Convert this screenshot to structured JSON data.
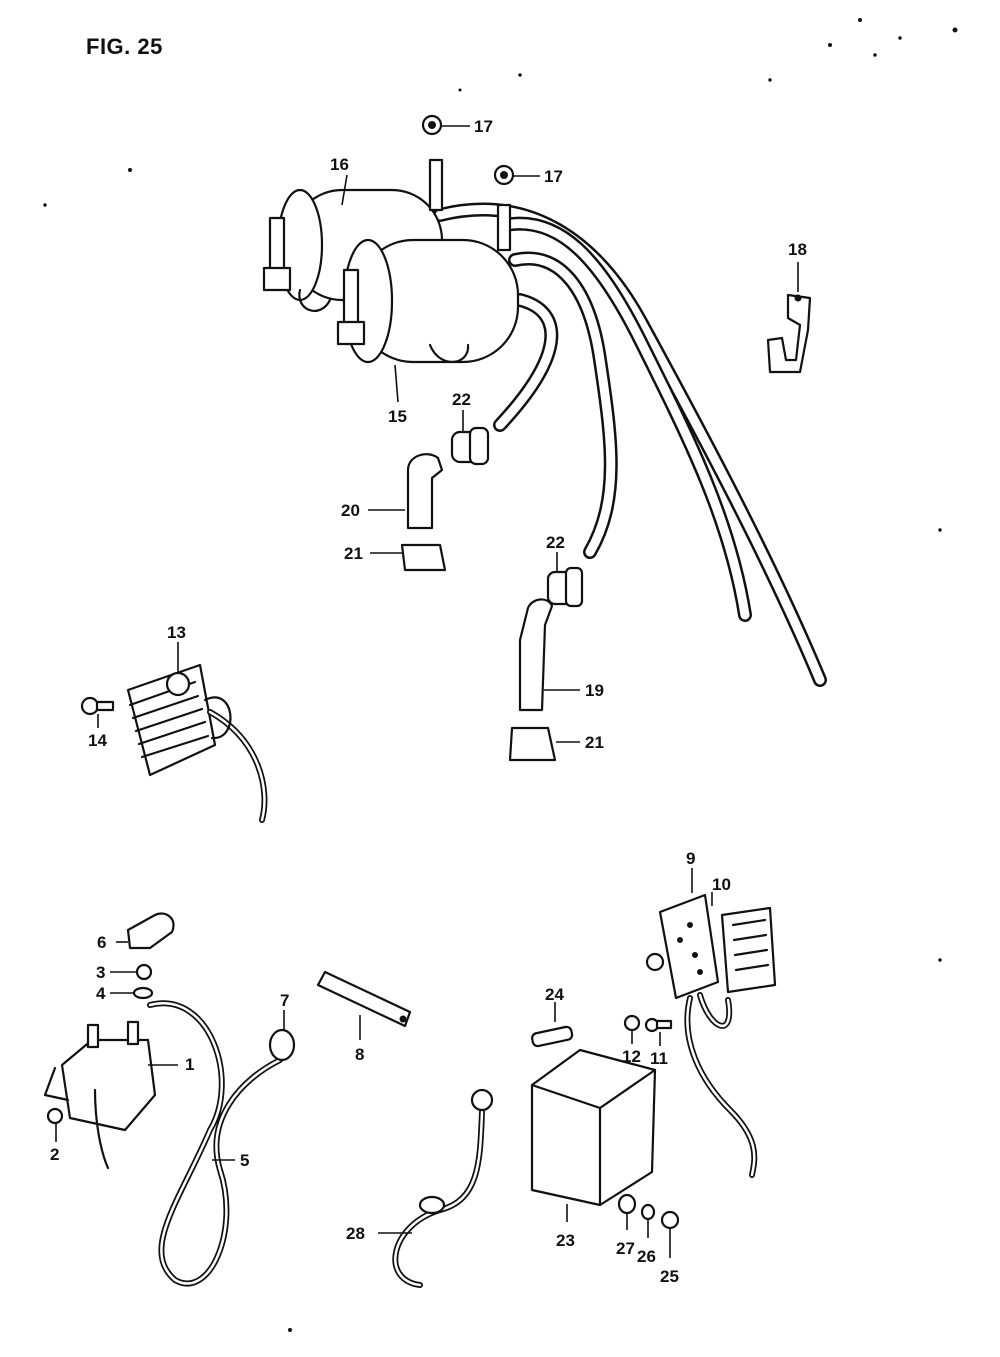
{
  "figure": {
    "title": "FIG. 25"
  },
  "parts": {
    "p1": "1",
    "p2": "2",
    "p3": "3",
    "p4": "4",
    "p5": "5",
    "p6": "6",
    "p7": "7",
    "p8": "8",
    "p9": "9",
    "p10": "10",
    "p11": "11",
    "p12": "12",
    "p13": "13",
    "p14": "14",
    "p15": "15",
    "p16": "16",
    "p17a": "17",
    "p17b": "17",
    "p18": "18",
    "p19": "19",
    "p20": "20",
    "p21a": "21",
    "p21b": "21",
    "p22a": "22",
    "p22b": "22",
    "p23": "23",
    "p24": "24",
    "p25": "25",
    "p26": "26",
    "p27": "27",
    "p28": "28"
  }
}
